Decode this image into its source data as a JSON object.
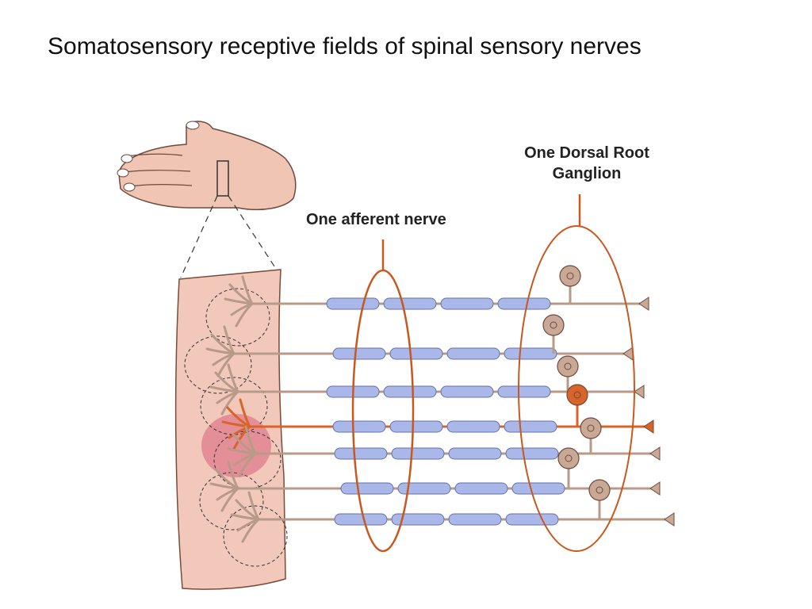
{
  "slide": {
    "title": "Somatosensory receptive fields of spinal sensory nerves"
  },
  "labels": {
    "afferent_nerve": "One afferent nerve",
    "dorsal_root_ganglion": "One Dorsal Root Ganglion"
  },
  "colors": {
    "skin": "#f2c8bb",
    "skin_edge": "#7a4a3a",
    "myelin": "#a9b8e8",
    "myelin_edge": "#6672a8",
    "axon": "#b89a88",
    "soma": "#c9a896",
    "highlight_nerve": "#d8642a",
    "highlight_field": "#d9607a",
    "callout": "#c8581e"
  },
  "icons": {
    "hand": "hand-illustration-icon",
    "neuron": "sensory-neuron-icon"
  }
}
